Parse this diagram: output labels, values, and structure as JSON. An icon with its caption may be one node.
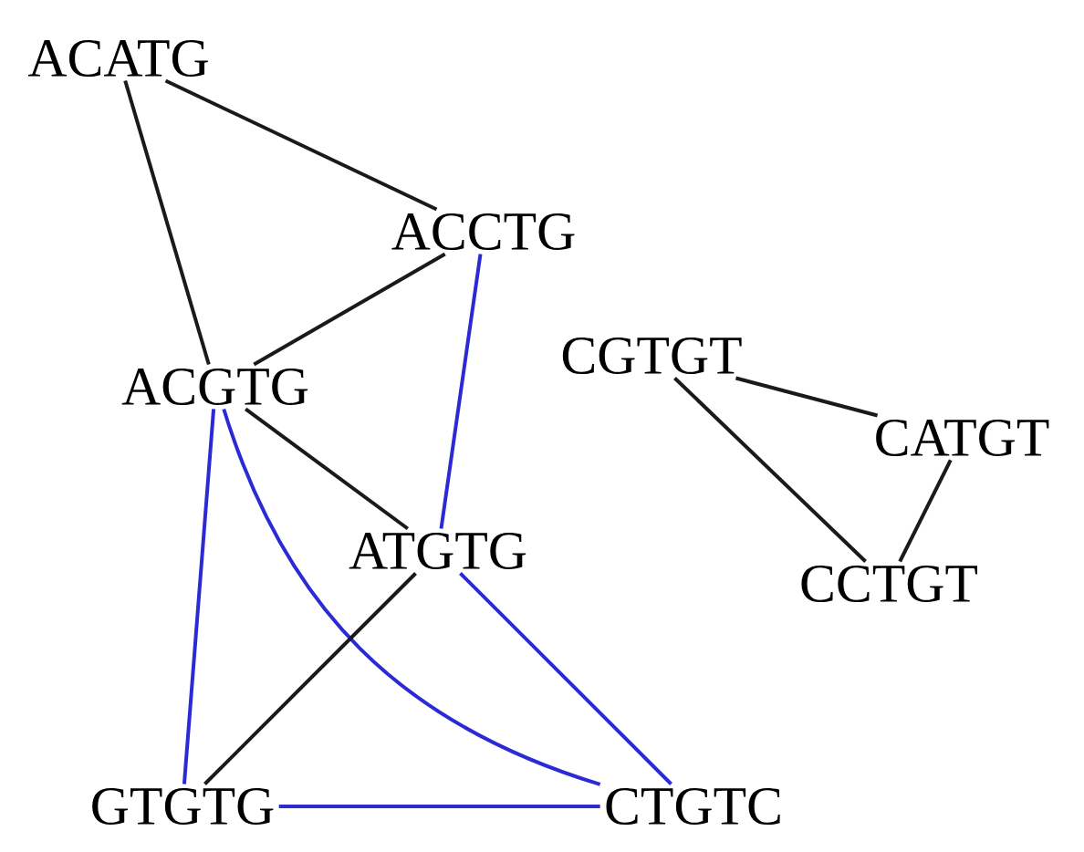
{
  "diagram": {
    "nodes": [
      {
        "text": [
          "ACATG"
        ]
      },
      {
        "text": [
          "ACCTG"
        ]
      },
      {
        "text": [
          "ACGTG"
        ]
      },
      {
        "text": [
          "CGTGT"
        ]
      },
      {
        "text": [
          "CATGT"
        ]
      },
      {
        "text": [
          "ATGTG"
        ]
      },
      {
        "text": [
          "CCTGT"
        ]
      },
      {
        "text": [
          "GTGTG"
        ]
      },
      {
        "text": [
          "CTGTC"
        ]
      }
    ],
    "edges": [
      {
        "from": 0,
        "to": 1,
        "arrow": "none"
      },
      {
        "from": 0,
        "to": 2,
        "arrow": "none"
      },
      {
        "from": 1,
        "to": 2,
        "arrow": "none"
      },
      {
        "from": 1,
        "to": 5,
        "arrow": "none",
        "color": "#2b2bd6"
      },
      {
        "from": 2,
        "to": 5,
        "arrow": "none"
      },
      {
        "from": 2,
        "to": 7,
        "arrow": "none",
        "color": "#2b2bd6"
      },
      {
        "from": 2,
        "to": 8,
        "arrow": "none",
        "color": "#2b2bd6"
      },
      {
        "from": 5,
        "to": 7,
        "arrow": "none"
      },
      {
        "from": 5,
        "to": 8,
        "arrow": "none",
        "color": "#2b2bd6"
      },
      {
        "from": 7,
        "to": 8,
        "arrow": "none",
        "color": "#2b2bd6"
      },
      {
        "from": 3,
        "to": 4,
        "arrow": "none"
      },
      {
        "from": 3,
        "to": 6,
        "arrow": "none"
      },
      {
        "from": 4,
        "to": 6,
        "arrow": "none"
      }
    ]
  }
}
